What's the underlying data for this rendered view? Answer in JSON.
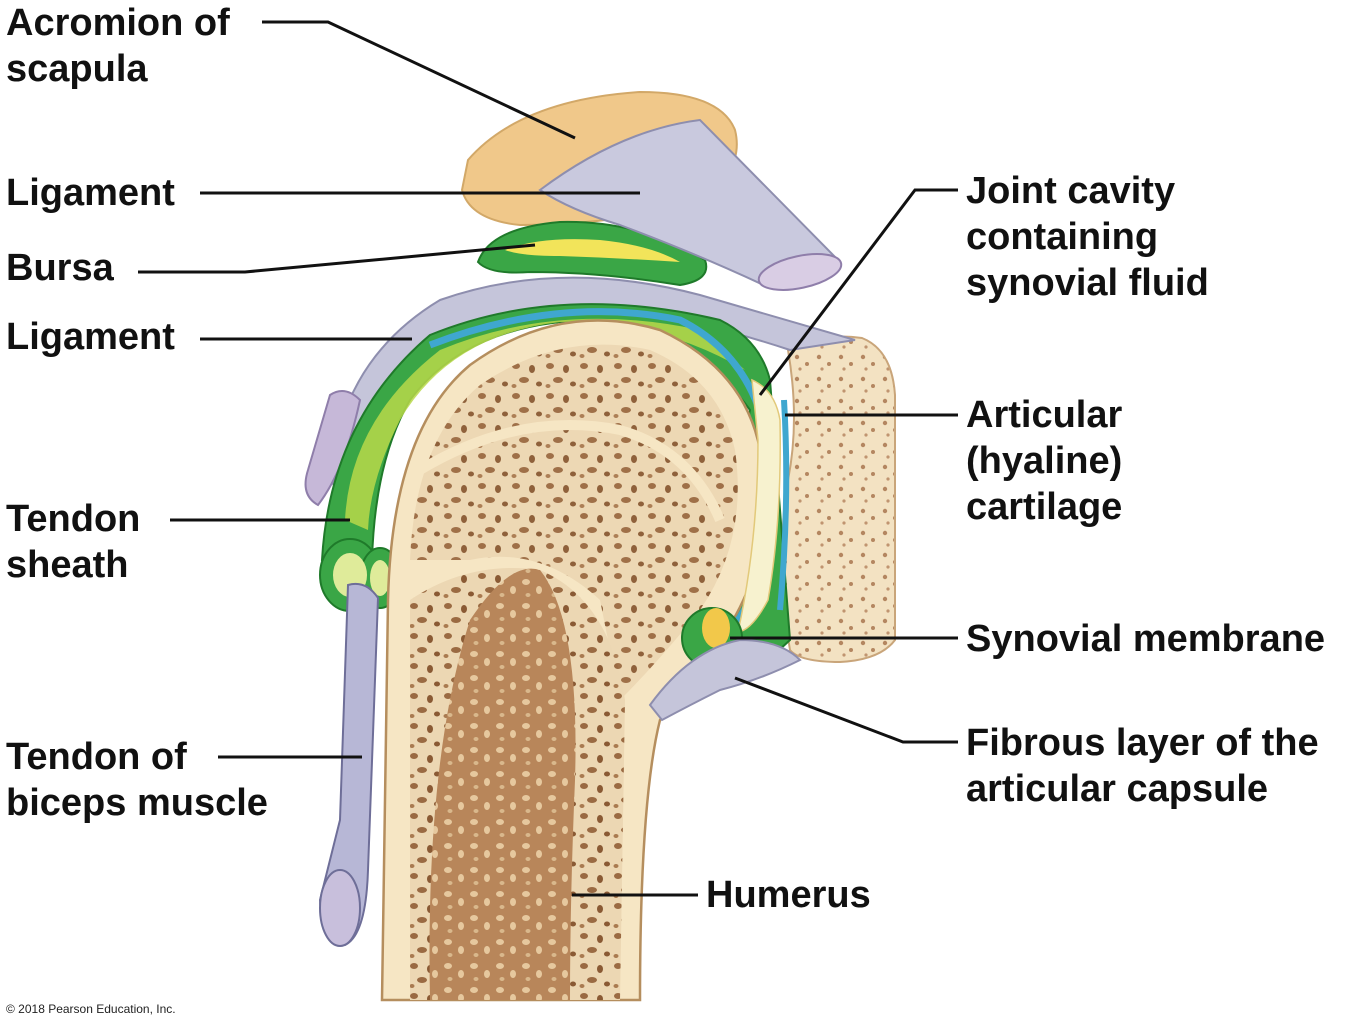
{
  "labels": {
    "acromion": [
      "Acromion of",
      "scapula"
    ],
    "ligament_upper": "Ligament",
    "bursa": "Bursa",
    "ligament_lower": "Ligament",
    "tendon_sheath": [
      "Tendon",
      "sheath"
    ],
    "tendon_biceps": [
      "Tendon of",
      "biceps muscle"
    ],
    "joint_cavity": [
      "Joint cavity",
      "containing",
      "synovial fluid"
    ],
    "articular_cartilage": [
      "Articular",
      "(hyaline)",
      "cartilage"
    ],
    "synovial_membrane": "Synovial membrane",
    "fibrous_layer": [
      "Fibrous layer of the",
      "articular capsule"
    ],
    "humerus": "Humerus"
  },
  "copyright": "© 2018 Pearson Education, Inc.",
  "colors": {
    "bone_cortex": "#f6e6c4",
    "spongy_bone": "#8a5a34",
    "marrow": "#b8865a",
    "acromion": "#f0c88a",
    "ligament": "#b9b9d2",
    "synovial_membrane": "#2e9e3a",
    "bursa_fluid": "#f2e45a",
    "cartilage": "#3fa7cf",
    "leader_line": "#111111"
  }
}
